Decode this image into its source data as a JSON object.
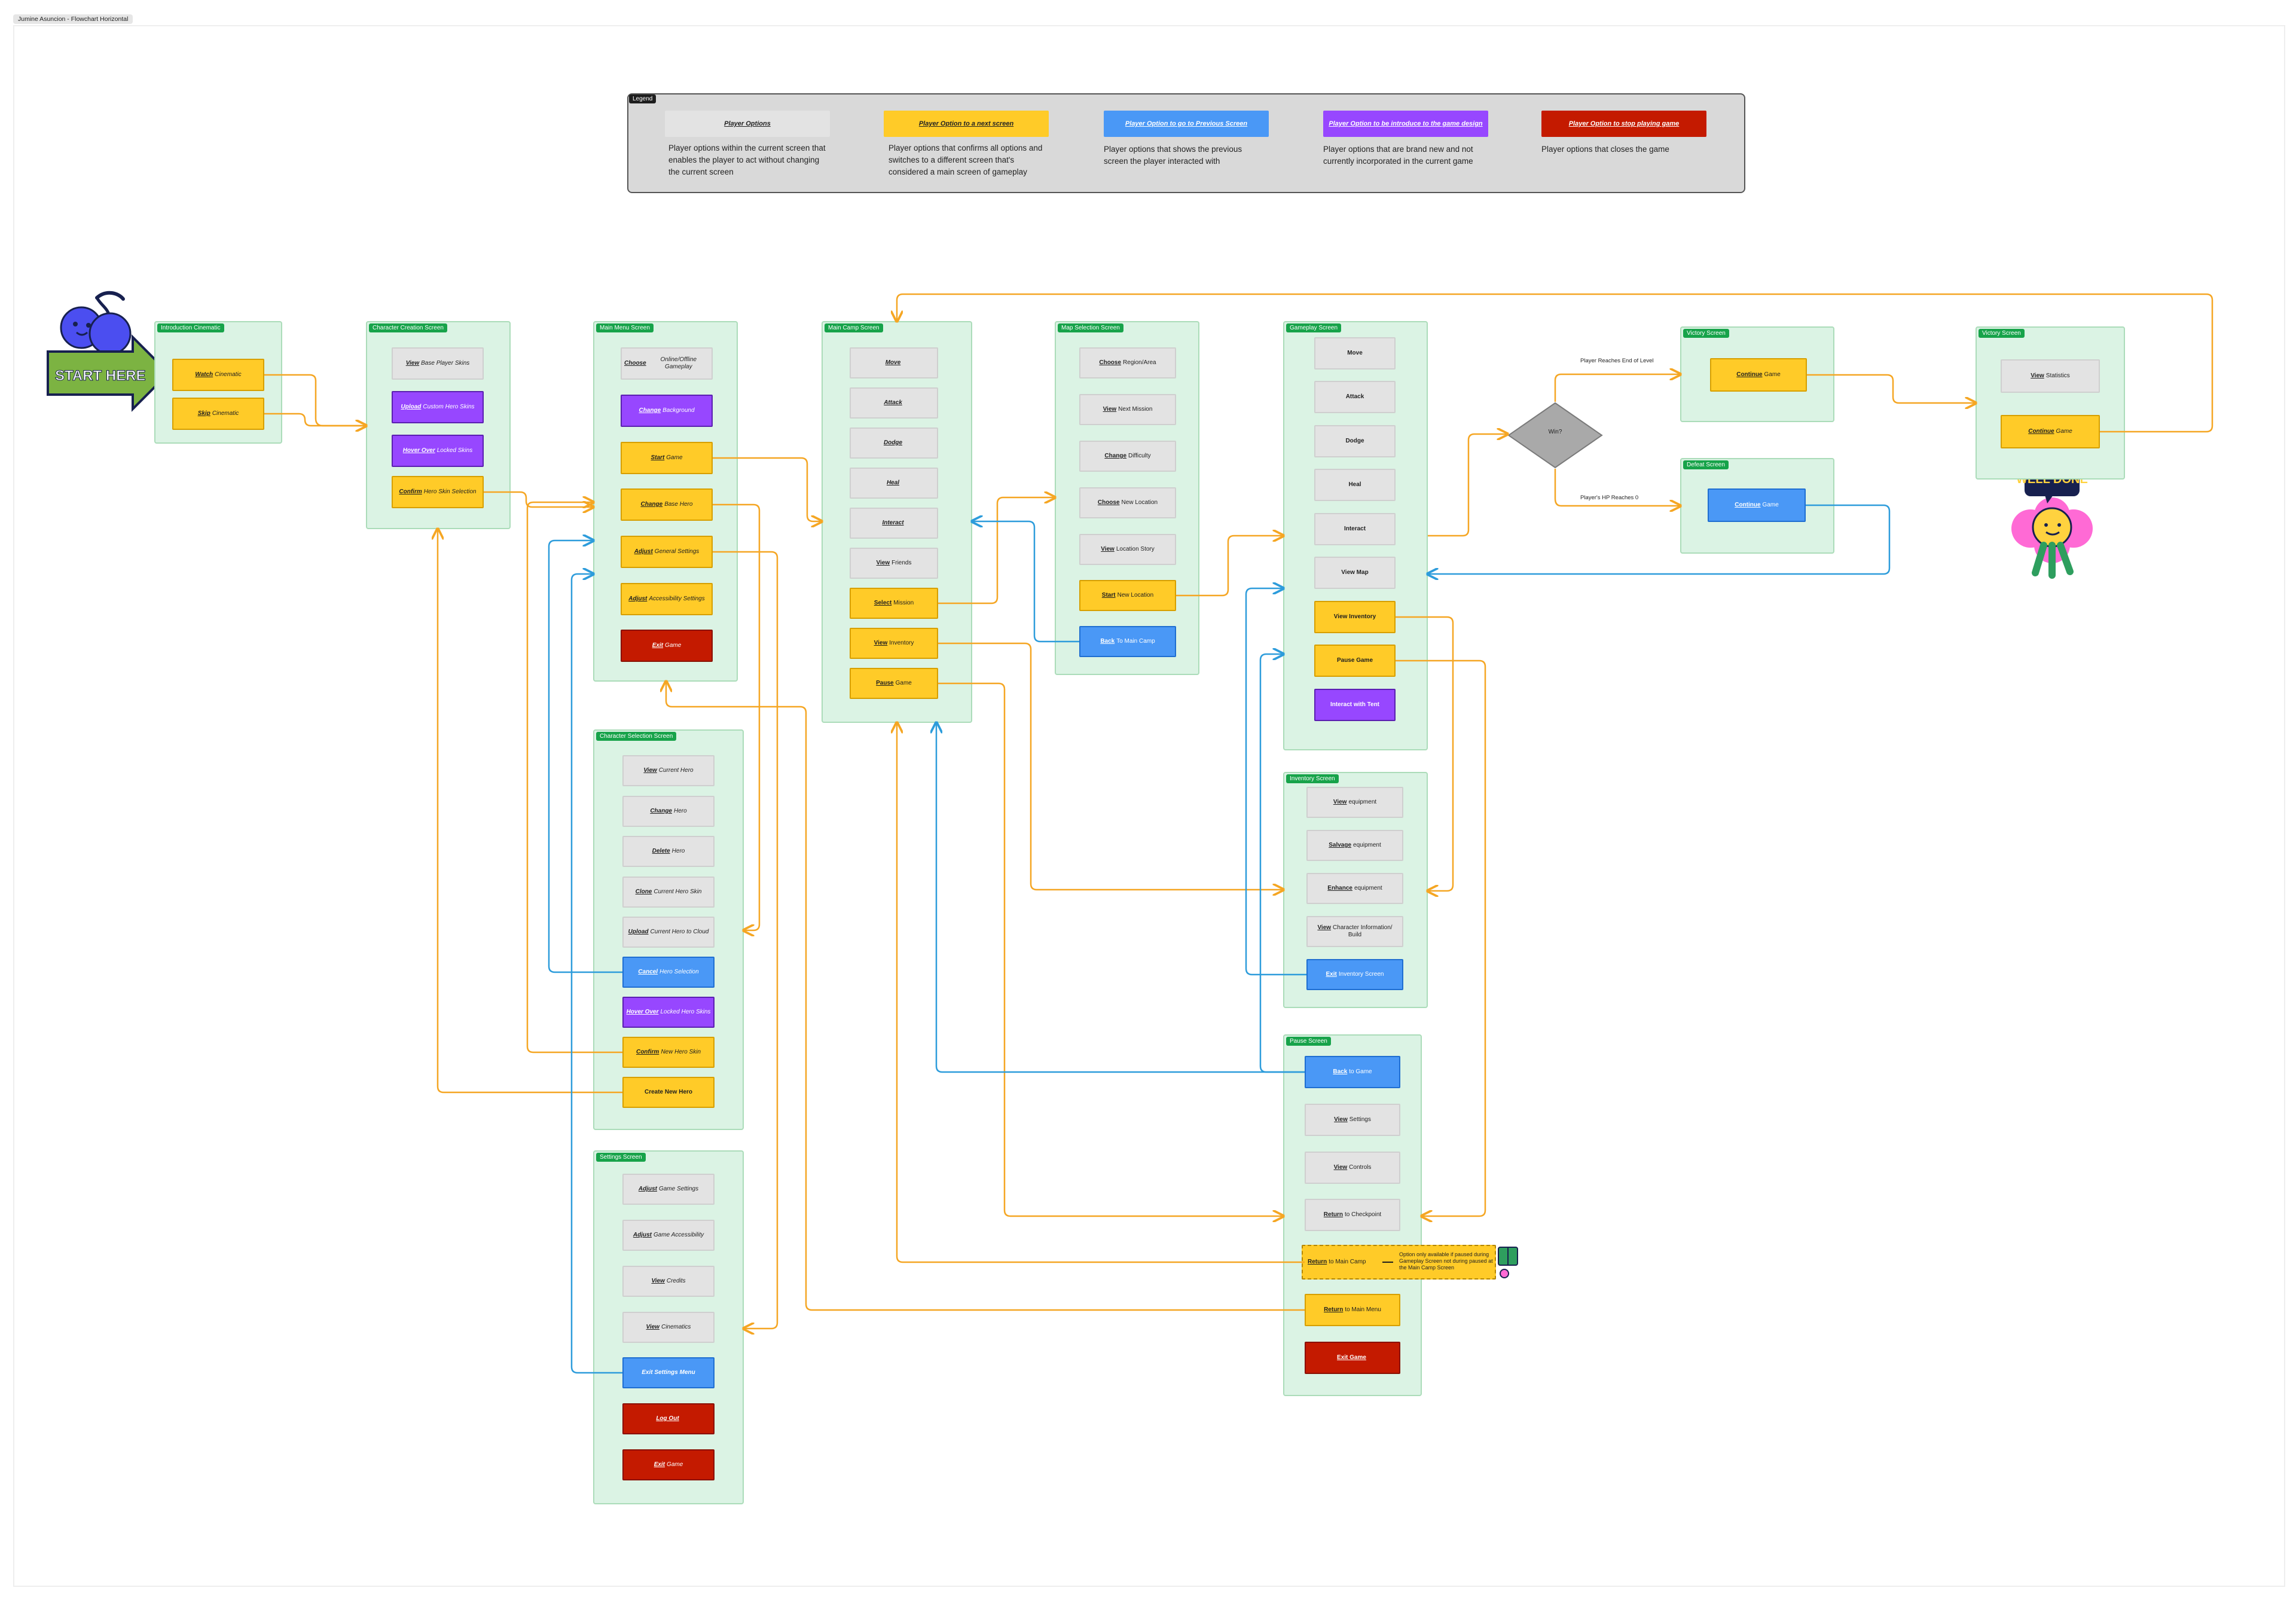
{
  "doc_title": "Jumine Asuncion - Flowchart Horizontal",
  "legend": {
    "title": "Legend",
    "items": [
      {
        "label": "Player Options",
        "desc": "Player options within the current screen that enables the player to act without changing the current screen"
      },
      {
        "label": "Player Option to a next screen",
        "desc": "Player options that confirms all options and switches to a different screen that's considered a main screen of gameplay"
      },
      {
        "label": "Player Option to go to Previous Screen",
        "desc": "Player options that shows the previous screen the player interacted with"
      },
      {
        "label": "Player Option to be introduce to the game design",
        "desc": "Player options that are brand new and not currently incorporated in the current game"
      },
      {
        "label": "Player Option to stop playing game",
        "desc": "Player options that closes the game"
      }
    ]
  },
  "start_sticker": "START HERE",
  "well_done_sticker": "WELL DONE",
  "screens": {
    "intro": {
      "title": "Introduction Cinematic",
      "options": [
        [
          "Watch",
          "Cinematic"
        ],
        [
          "Skip",
          "Cinematic"
        ]
      ]
    },
    "creation": {
      "title": "Character Creation Screen",
      "options": [
        [
          "View",
          "Base Player Skins"
        ],
        [
          "Upload",
          "Custom Hero Skins"
        ],
        [
          "Hover Over",
          "Locked Skins"
        ],
        [
          "Confirm",
          "Hero Skin Selection"
        ]
      ]
    },
    "mainmenu": {
      "title": "Main Menu Screen",
      "options": [
        [
          "Choose",
          "Online/Offline Gameplay"
        ],
        [
          "Change",
          "Background"
        ],
        [
          "Start",
          "Game"
        ],
        [
          "Change",
          "Base Hero"
        ],
        [
          "Adjust",
          "General Settings"
        ],
        [
          "Adjust",
          "Accessibility Settings"
        ],
        [
          "Exit",
          "Game"
        ]
      ]
    },
    "charselect": {
      "title": "Character Selection Screen",
      "options": [
        [
          "View",
          "Current Hero"
        ],
        [
          "Change",
          "Hero"
        ],
        [
          "Delete",
          "Hero"
        ],
        [
          "Clone",
          "Current Hero Skin"
        ],
        [
          "Upload",
          "Current Hero to Cloud"
        ],
        [
          "Cancel",
          "Hero Selection"
        ],
        [
          "Hover Over",
          "Locked Hero Skins"
        ],
        [
          "Confirm",
          "New Hero Skin"
        ],
        [
          "",
          "Create New Hero"
        ]
      ]
    },
    "settings": {
      "title": "Settings Screen",
      "options": [
        [
          "Adjust",
          "Game Settings"
        ],
        [
          "Adjust",
          "Game Accessibility"
        ],
        [
          "View",
          "Credits"
        ],
        [
          "View",
          "Cinematics"
        ],
        [
          "",
          "Exit Settings Menu"
        ],
        [
          "Log Out",
          ""
        ],
        [
          "Exit",
          "Game"
        ]
      ]
    },
    "camp": {
      "title": "Main Camp Screen",
      "options": [
        [
          "Move",
          ""
        ],
        [
          "Attack",
          ""
        ],
        [
          "Dodge",
          ""
        ],
        [
          "Heal",
          ""
        ],
        [
          "Interact",
          ""
        ],
        [
          "View",
          "Friends"
        ],
        [
          "Select",
          "Mission"
        ],
        [
          "View",
          "Inventory"
        ],
        [
          "Pause",
          "Game"
        ]
      ]
    },
    "map": {
      "title": "Map Selection Screen",
      "options": [
        [
          "Choose",
          "Region/Area"
        ],
        [
          "View",
          "Next Mission"
        ],
        [
          "Change",
          "Difficulty"
        ],
        [
          "Choose",
          "New Location"
        ],
        [
          "View",
          "Location Story"
        ],
        [
          "Start",
          "New Location"
        ],
        [
          "Back",
          "To Main Camp"
        ]
      ]
    },
    "gameplay": {
      "title": "Gameplay Screen",
      "options": [
        [
          "",
          "Move"
        ],
        [
          "",
          "Attack"
        ],
        [
          "",
          "Dodge"
        ],
        [
          "",
          "Heal"
        ],
        [
          "",
          "Interact"
        ],
        [
          "",
          "View Map"
        ],
        [
          "",
          "View Inventory"
        ],
        [
          "",
          "Pause Game"
        ],
        [
          "",
          "Interact with Tent"
        ]
      ]
    },
    "inventory": {
      "title": "Inventory Screen",
      "options": [
        [
          "View",
          "equipment"
        ],
        [
          "Salvage",
          "equipment"
        ],
        [
          "Enhance",
          "equipment"
        ],
        [
          "View",
          "Character Information/ Build"
        ],
        [
          "Exit",
          "Inventory Screen"
        ]
      ]
    },
    "pause": {
      "title": "Pause Screen",
      "options": [
        [
          "Back",
          "to Game"
        ],
        [
          "View",
          "Settings"
        ],
        [
          "View",
          "Controls"
        ],
        [
          "Return",
          "to Checkpoint"
        ],
        [
          "Return",
          "to Main Camp"
        ],
        [
          "Return",
          "to Main Menu"
        ],
        [
          "Exit Game",
          ""
        ]
      ]
    },
    "victory1": {
      "title": "Victory Screen",
      "options": [
        [
          "Continue",
          "Game"
        ]
      ]
    },
    "defeat": {
      "title": "Defeat Screen",
      "options": [
        [
          "Continue",
          "Game"
        ]
      ]
    },
    "victory2": {
      "title": "Victory Screen",
      "options": [
        [
          "View",
          "Statistics"
        ],
        [
          "Continue",
          "Game"
        ]
      ]
    }
  },
  "decision": {
    "label": "Win?",
    "yes_label": "Player Reaches End of Level",
    "no_label": "Player's HP Reaches 0"
  },
  "pause_note": "Option only available if paused during Gameplay Screen not during paused at the Main Camp Screen",
  "colors": {
    "grey": "#e3e3e3",
    "yellow": "#ffcb28",
    "blue": "#4a98f6",
    "purple": "#9747ff",
    "red": "#c41a00",
    "screen_bg": "#dbf3e4",
    "screen_tag": "#17a34a",
    "orange_line": "#f5a623",
    "blue_line": "#2d9cdb"
  }
}
